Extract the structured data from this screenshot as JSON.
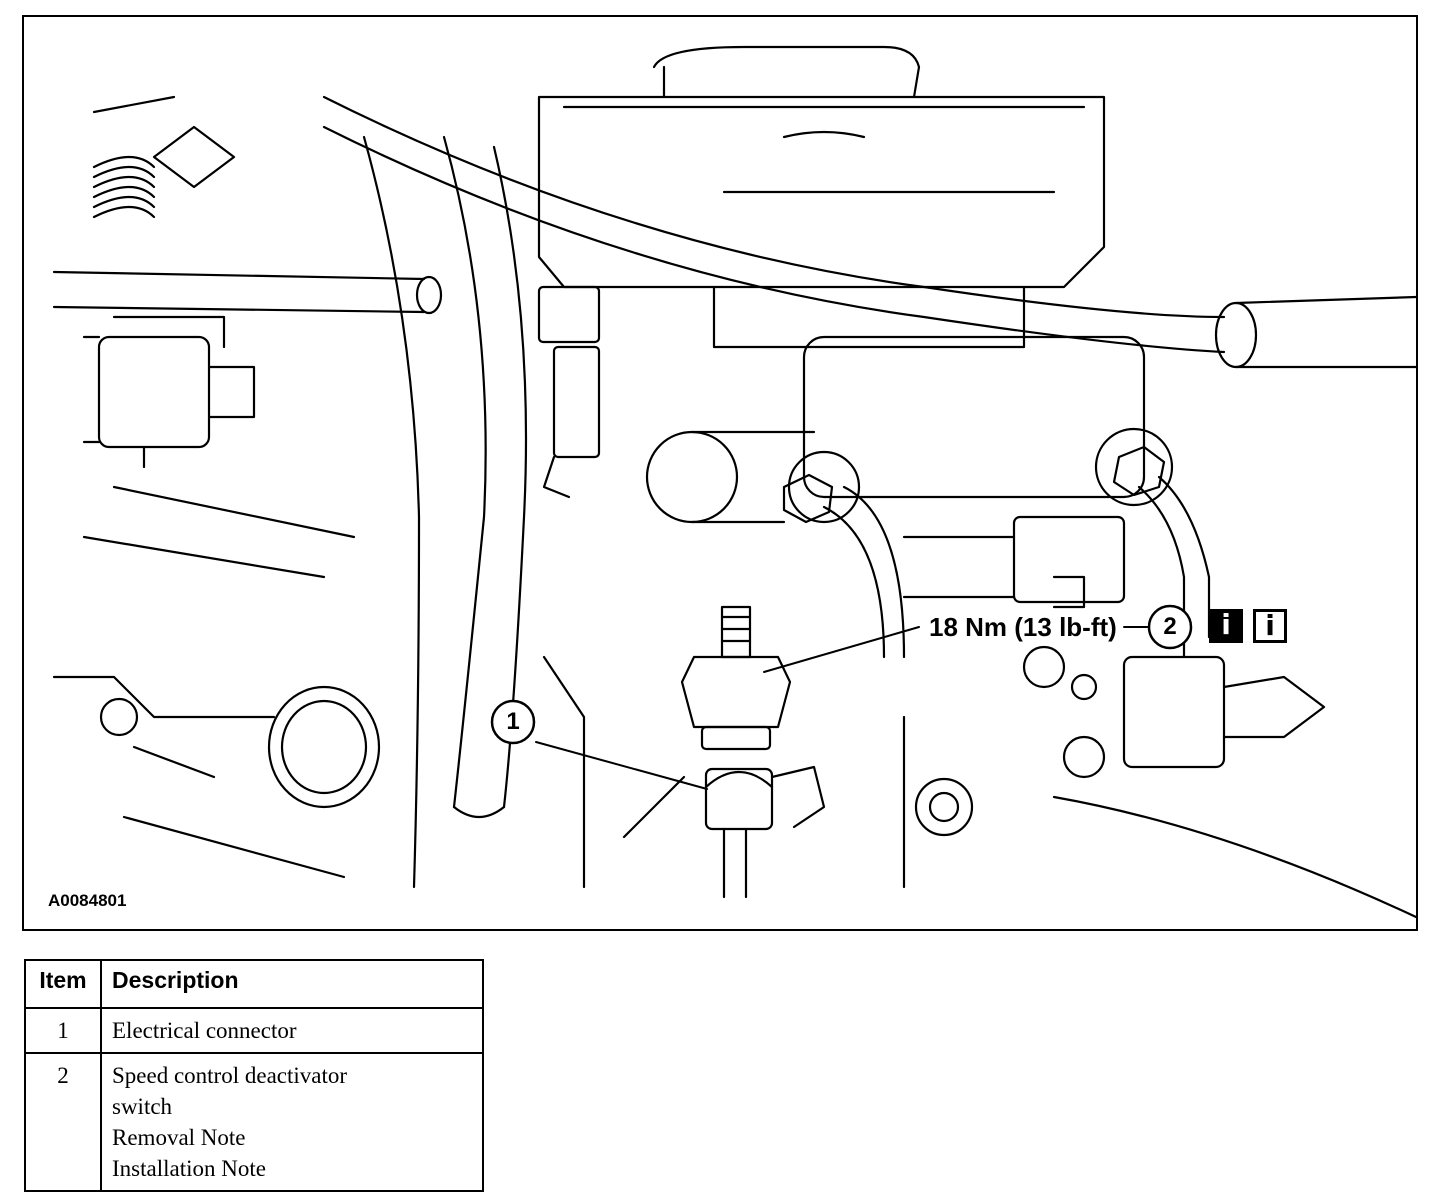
{
  "figure": {
    "id": "A0084801",
    "torque_spec": "18 Nm (13 lb-ft)",
    "callouts": [
      "1",
      "2"
    ],
    "info_icons": [
      "info-filled-icon",
      "info-outline-icon"
    ]
  },
  "legend": {
    "headers": {
      "item": "Item",
      "description": "Description"
    },
    "rows": [
      {
        "item": "1",
        "lines": [
          "Electrical connector"
        ]
      },
      {
        "item": "2",
        "lines": [
          "Speed control deactivator",
          "switch",
          "Removal Note",
          "Installation Note"
        ]
      }
    ]
  }
}
